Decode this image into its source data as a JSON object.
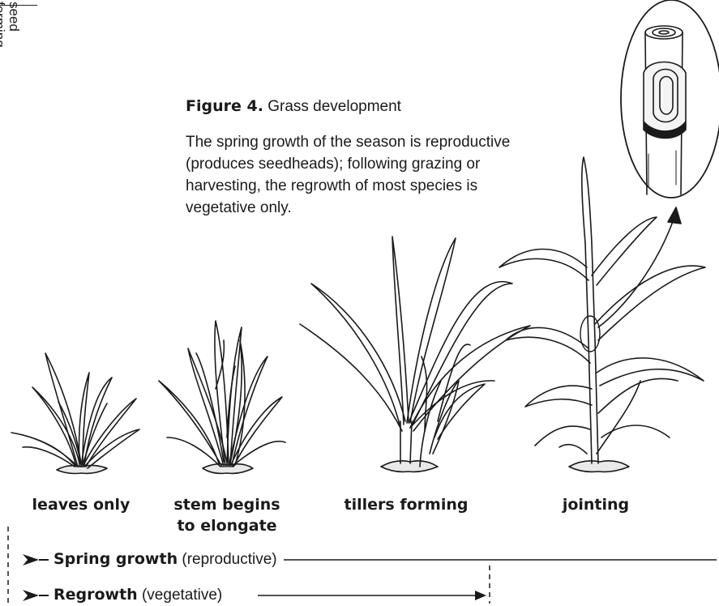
{
  "corner_label": {
    "line1": "seed",
    "line2": "forming"
  },
  "figure": {
    "title_bold": "Figure 4.",
    "title_rest": "Grass development",
    "caption": "The spring growth of the season is reproductive (produces seedheads); following grazing or harvesting, the regrowth of most species is vegetative only."
  },
  "stages": [
    {
      "label": "leaves only"
    },
    {
      "label_line1": "stem begins",
      "label_line2": "to elongate"
    },
    {
      "label": "tillers forming"
    },
    {
      "label": "jointing"
    }
  ],
  "legend": {
    "spring_bold": "Spring growth",
    "spring_note": "(reproductive)",
    "regrowth_bold": "Regrowth",
    "regrowth_note": "(vegetative)"
  }
}
